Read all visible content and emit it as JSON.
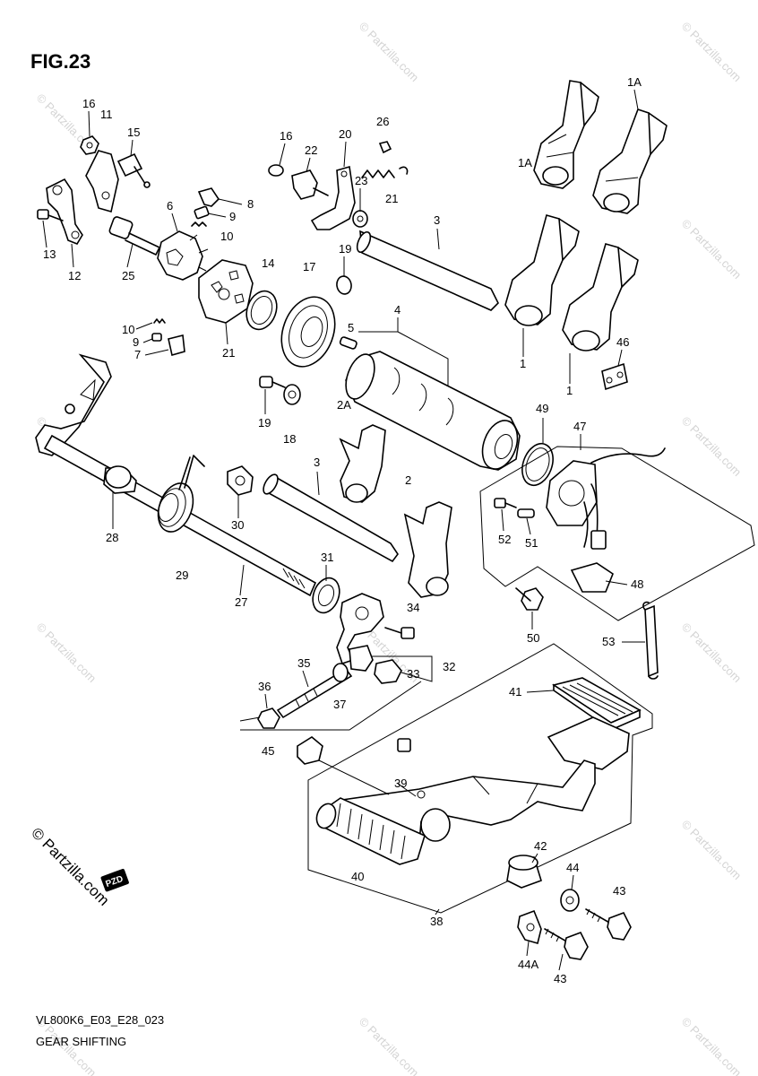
{
  "figure": {
    "title": "FIG.23"
  },
  "footer": {
    "code": "VL800K6_E03_E28_023",
    "caption": "GEAR SHIFTING"
  },
  "copyright": {
    "text": "© Partzilla.com",
    "badge": "PZD"
  },
  "watermark": {
    "text": "© Partzilla.com"
  },
  "callouts": {
    "c1A_top": "1A",
    "c1A_mid": "1A",
    "c16_left": "16",
    "c11": "11",
    "c15": "15",
    "c16_mid": "16",
    "c22": "22",
    "c20": "20",
    "c26": "26",
    "c23": "23",
    "c21_small": "21",
    "c8": "8",
    "c9_top": "9",
    "c6": "6",
    "c10_top": "10",
    "c13": "13",
    "c12": "12",
    "c25": "25",
    "c14": "14",
    "c17": "17",
    "c19_top": "19",
    "c3_top": "3",
    "c5": "5",
    "c4": "4",
    "c10_bot": "10",
    "c9_bot": "9",
    "c7": "7",
    "c21": "21",
    "c1_left": "1",
    "c1_right": "1",
    "c46": "46",
    "c2A": "2A",
    "c19_bot": "19",
    "c18": "18",
    "c49": "49",
    "c47": "47",
    "c3_bot": "3",
    "c2": "2",
    "c30": "30",
    "c28": "28",
    "c52": "52",
    "c51": "51",
    "c29": "29",
    "c31": "31",
    "c27": "27",
    "c48": "48",
    "c34": "34",
    "c50": "50",
    "c53": "53",
    "c35": "35",
    "c32": "32",
    "c33": "33",
    "c36": "36",
    "c37": "37",
    "c41": "41",
    "c45": "45",
    "c39": "39",
    "c42": "42",
    "c44": "44",
    "c40": "40",
    "c43_top": "43",
    "c38": "38",
    "c44A": "44A",
    "c43_bot": "43"
  }
}
